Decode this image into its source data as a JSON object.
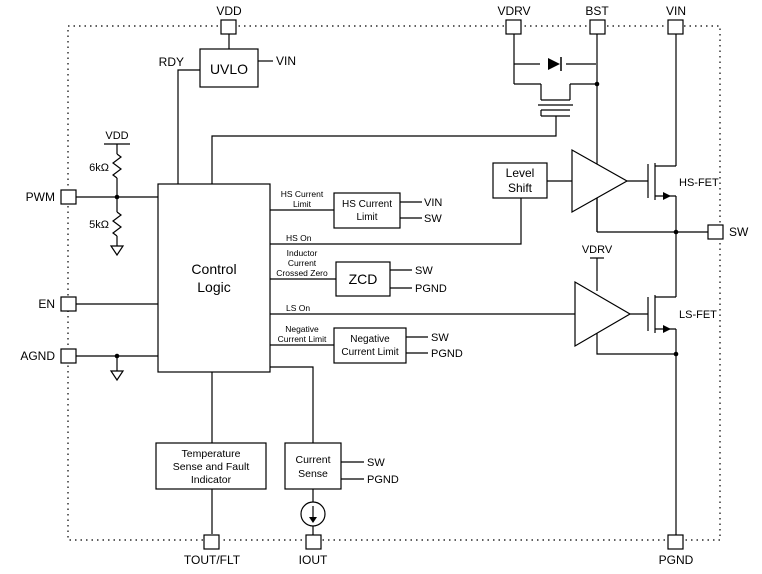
{
  "pins": {
    "vdd_top": "VDD",
    "vdrv_top": "VDRV",
    "bst": "BST",
    "vin_top": "VIN",
    "pwm": "PWM",
    "en": "EN",
    "agnd": "AGND",
    "sw": "SW",
    "tout_flt": "TOUT/FLT",
    "iout": "IOUT",
    "pgnd": "PGND"
  },
  "blocks": {
    "uvlo": "UVLO",
    "control_logic": [
      "Control",
      "Logic"
    ],
    "hs_current_limit": [
      "HS Current",
      "Limit"
    ],
    "zcd": "ZCD",
    "negative_current_limit": [
      "Negative",
      "Current Limit"
    ],
    "level_shift": [
      "Level",
      "Shift"
    ],
    "temperature_sense": [
      "Temperature",
      "Sense and Fault",
      "Indicator"
    ],
    "current_sense": [
      "Current",
      "Sense"
    ]
  },
  "labels": {
    "rdy": "RDY",
    "uvlo_vin": "VIN",
    "vdd_res": "VDD",
    "r_top": "6kΩ",
    "r_bottom": "5kΩ",
    "hs_current_limit_sig": [
      "HS Current",
      "Limit"
    ],
    "hs_on": "HS On",
    "inductor_zero": [
      "Inductor",
      "Current",
      "Crossed Zero"
    ],
    "ls_on": "LS On",
    "negative_sig": [
      "Negative",
      "Current Limit"
    ],
    "hs_cl_vin": "VIN",
    "hs_cl_sw": "SW",
    "zcd_sw": "SW",
    "zcd_pgnd": "PGND",
    "ncl_sw": "SW",
    "ncl_pgnd": "PGND",
    "cs_sw": "SW",
    "cs_pgnd": "PGND",
    "hs_fet": "HS-FET",
    "ls_fet": "LS-FET",
    "vdrv_mid": "VDRV"
  }
}
